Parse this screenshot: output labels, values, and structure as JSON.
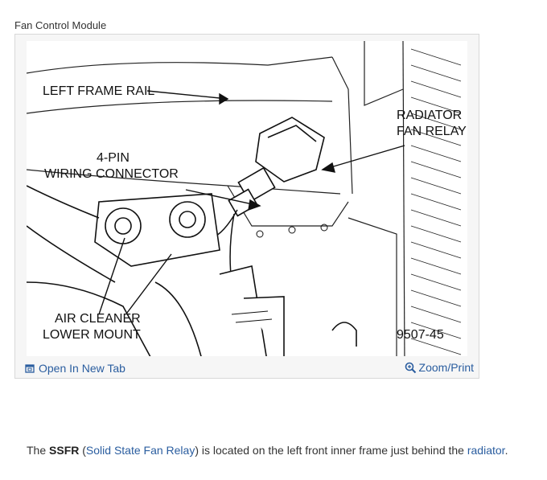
{
  "page": {
    "caption_title": "Fan Control Module"
  },
  "figure": {
    "labels": {
      "left_frame_rail": "LEFT FRAME RAIL",
      "radiator_fan_relay_line1": "RADIATOR",
      "radiator_fan_relay_line2": "FAN RELAY",
      "wiring_connector_line1": "4-PIN",
      "wiring_connector_line2": "WIRING CONNECTOR",
      "air_cleaner_line1": "AIR CLEANER",
      "air_cleaner_line2": "LOWER MOUNT",
      "figure_number": "9507-45"
    },
    "actions": {
      "open_new_tab": "Open In New Tab",
      "zoom_print": "Zoom/Print"
    }
  },
  "body": {
    "prefix": "The ",
    "ssfr": "SSFR",
    "open_paren": " (",
    "ssfr_link": "Solid State Fan Relay",
    "middle": ") is located on the left front inner frame just behind the ",
    "radiator_link": "radiator",
    "suffix": "."
  }
}
